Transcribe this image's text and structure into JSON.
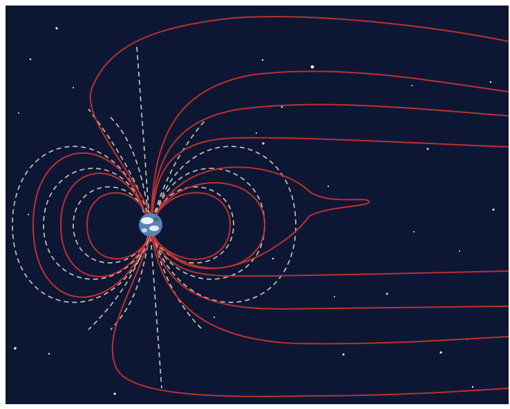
{
  "figure": {
    "subject": "magnetosphere-field-lines",
    "colors": {
      "background": "#0d1734",
      "compressed_field_lines": "#c8322f",
      "dipole_field_lines": "#e8e2cc",
      "stars": "#f4f1e4",
      "earth_ocean": "#5a83b7",
      "earth_cloud": "#ffffff"
    },
    "line_styles": {
      "compressed_field_lines": "solid",
      "dipole_field_lines": "dashed"
    }
  }
}
